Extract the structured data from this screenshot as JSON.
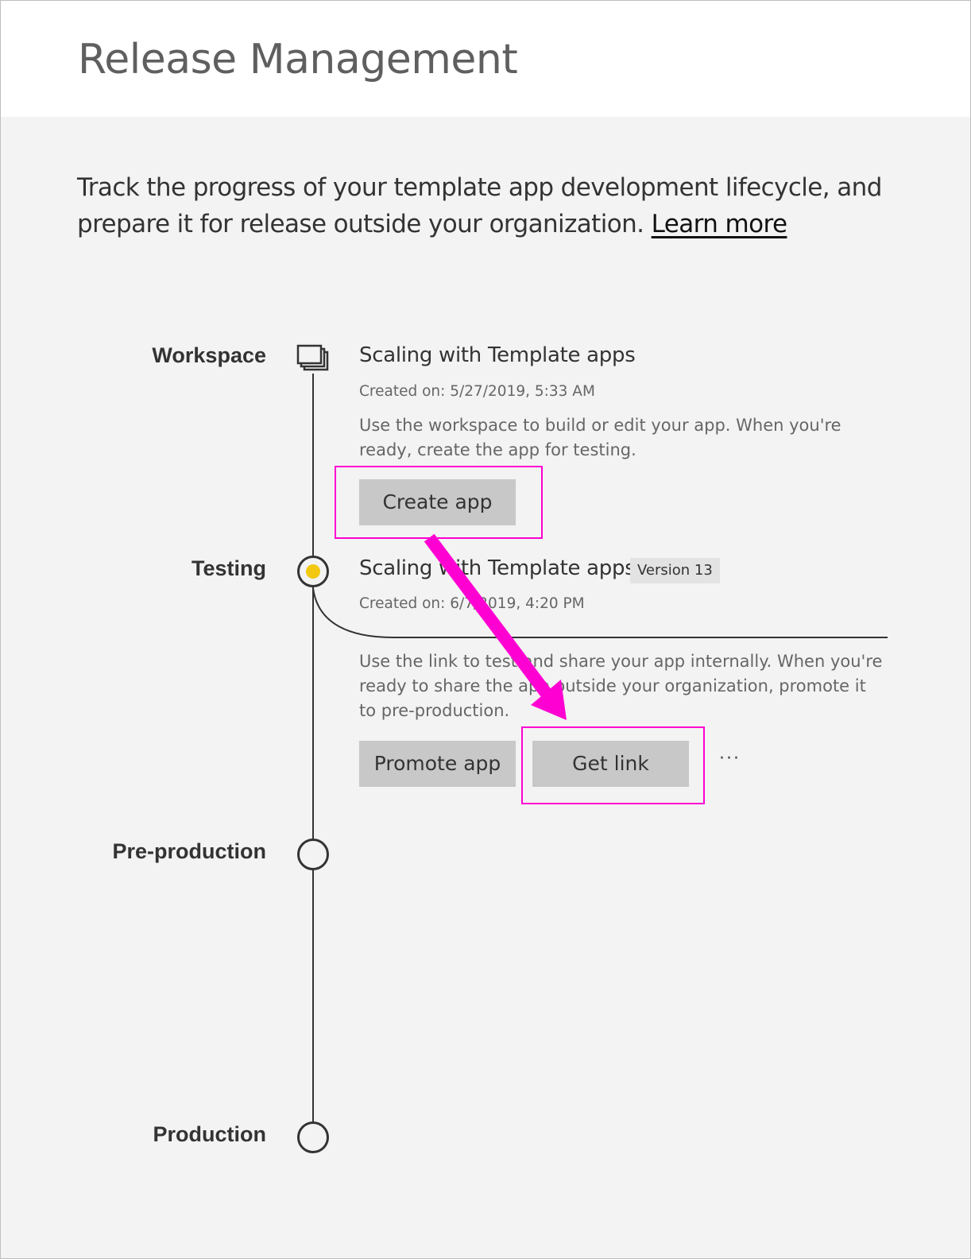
{
  "header": {
    "title": "Release Management"
  },
  "intro": {
    "text": "Track the progress of your template app development lifecycle, and prepare it for release outside your organization. ",
    "link": "Learn more"
  },
  "stages": {
    "workspace": {
      "label": "Workspace",
      "icon": "workspace-icon",
      "app_name": "Scaling with Template apps",
      "created": "Created on: 5/27/2019, 5:33 AM",
      "description": "Use the workspace to build or edit your app. When you're ready, create the app for testing.",
      "button": "Create app"
    },
    "testing": {
      "label": "Testing",
      "status_color": "#f2c811",
      "app_name": "Scaling with Template apps",
      "version": "Version 13",
      "created": "Created on: 6/7/2019, 4:20 PM",
      "description": "Use the link to test and share your app internally. When you're ready to share the app outside your organization, promote it to pre-production.",
      "promote_button": "Promote app",
      "link_button": "Get link",
      "more": "···"
    },
    "preproduction": {
      "label": "Pre-production"
    },
    "production": {
      "label": "Production"
    }
  },
  "colors": {
    "highlight": "#ff00d2",
    "arrow": "#ff00d2",
    "active_dot": "#f2c811"
  }
}
